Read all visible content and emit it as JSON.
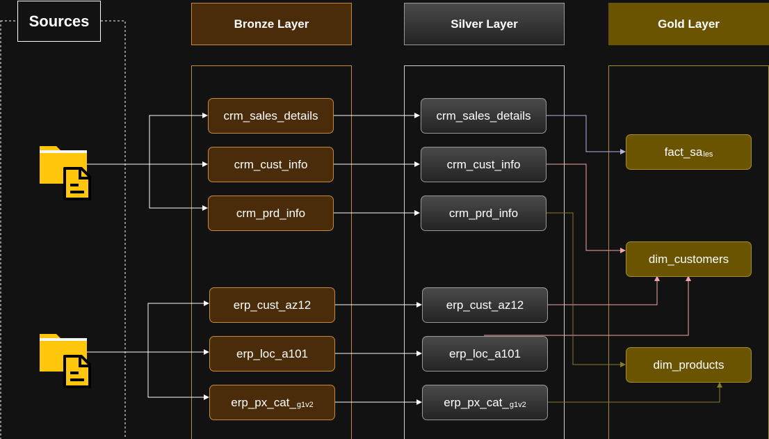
{
  "sources": {
    "title": "Sources"
  },
  "layers": {
    "bronze": {
      "title": "Bronze Layer"
    },
    "silver": {
      "title": "Silver Layer"
    },
    "gold": {
      "title": "Gold Layer"
    }
  },
  "bronze_tables": {
    "crm_sales_details": "crm_sales_details",
    "crm_cust_info": "crm_cust_info",
    "crm_prd_info": "crm_prd_info",
    "erp_cust_az12": "erp_cust_az12",
    "erp_loc_a101": "erp_loc_a101",
    "erp_px_cat_main": "erp_px_cat_",
    "erp_px_cat_sub": "g1v2"
  },
  "silver_tables": {
    "crm_sales_details": "crm_sales_details",
    "crm_cust_info": "crm_cust_info",
    "crm_prd_info": "crm_prd_info",
    "erp_cust_az12": "erp_cust_az12",
    "erp_loc_a101": "erp_loc_a101",
    "erp_px_cat_main": "erp_px_cat_",
    "erp_px_cat_sub": "g1v2"
  },
  "gold_tables": {
    "fact_sales_main": "fact_sa",
    "fact_sales_sub": "les",
    "dim_customers": "dim_customers",
    "dim_products": "dim_products"
  },
  "source_icons": [
    "folder-file-icon",
    "folder-file-icon"
  ],
  "colors": {
    "background": "#121212",
    "bronze": "#4a2c0b",
    "bronze_border": "#c58a3c",
    "silver": "#3a3a3a",
    "gold": "#6b5401",
    "edge_white": "#ffffff",
    "edge_lavender": "#b9b3e0",
    "edge_pink": "#f0a8a8",
    "edge_olive": "#8a7a2a"
  }
}
